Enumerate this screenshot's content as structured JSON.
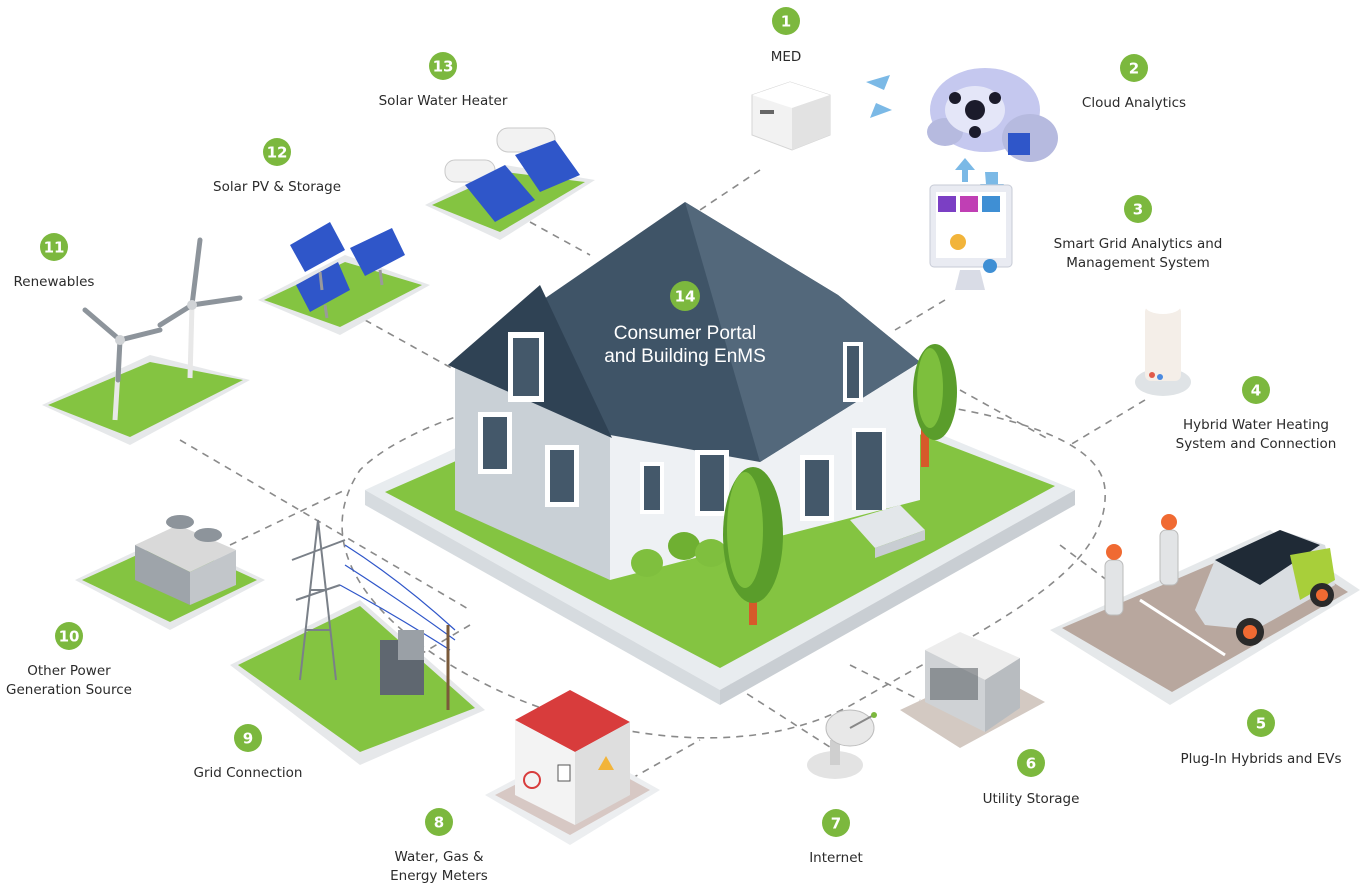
{
  "diagram": {
    "center": {
      "number": "14",
      "lines": [
        "Consumer Portal",
        "and Building EnMS"
      ]
    },
    "nodes": [
      {
        "id": "med",
        "number": "1",
        "lines": [
          "MED"
        ]
      },
      {
        "id": "cloud",
        "number": "2",
        "lines": [
          "Cloud Analytics"
        ]
      },
      {
        "id": "smart-grid",
        "number": "3",
        "lines": [
          "Smart Grid Analytics and",
          "Management System"
        ]
      },
      {
        "id": "hybrid-water",
        "number": "4",
        "lines": [
          "Hybrid Water Heating",
          "System and Connection"
        ]
      },
      {
        "id": "evs",
        "number": "5",
        "lines": [
          "Plug-In Hybrids and EVs"
        ]
      },
      {
        "id": "utility-storage",
        "number": "6",
        "lines": [
          "Utility Storage"
        ]
      },
      {
        "id": "internet",
        "number": "7",
        "lines": [
          "Internet"
        ]
      },
      {
        "id": "meters",
        "number": "8",
        "lines": [
          "Water, Gas &",
          "Energy Meters"
        ]
      },
      {
        "id": "grid",
        "number": "9",
        "lines": [
          "Grid Connection"
        ]
      },
      {
        "id": "other-power",
        "number": "10",
        "lines": [
          "Other Power",
          "Generation Source"
        ]
      },
      {
        "id": "renewables",
        "number": "11",
        "lines": [
          "Renewables"
        ]
      },
      {
        "id": "solar-pv",
        "number": "12",
        "lines": [
          "Solar PV & Storage"
        ]
      },
      {
        "id": "solar-water",
        "number": "13",
        "lines": [
          "Solar Water Heater"
        ]
      }
    ],
    "colors": {
      "badge": "#7cb83e",
      "grass": "#84c441",
      "roof": "#3f5467",
      "wall": "#e9ecef"
    }
  }
}
